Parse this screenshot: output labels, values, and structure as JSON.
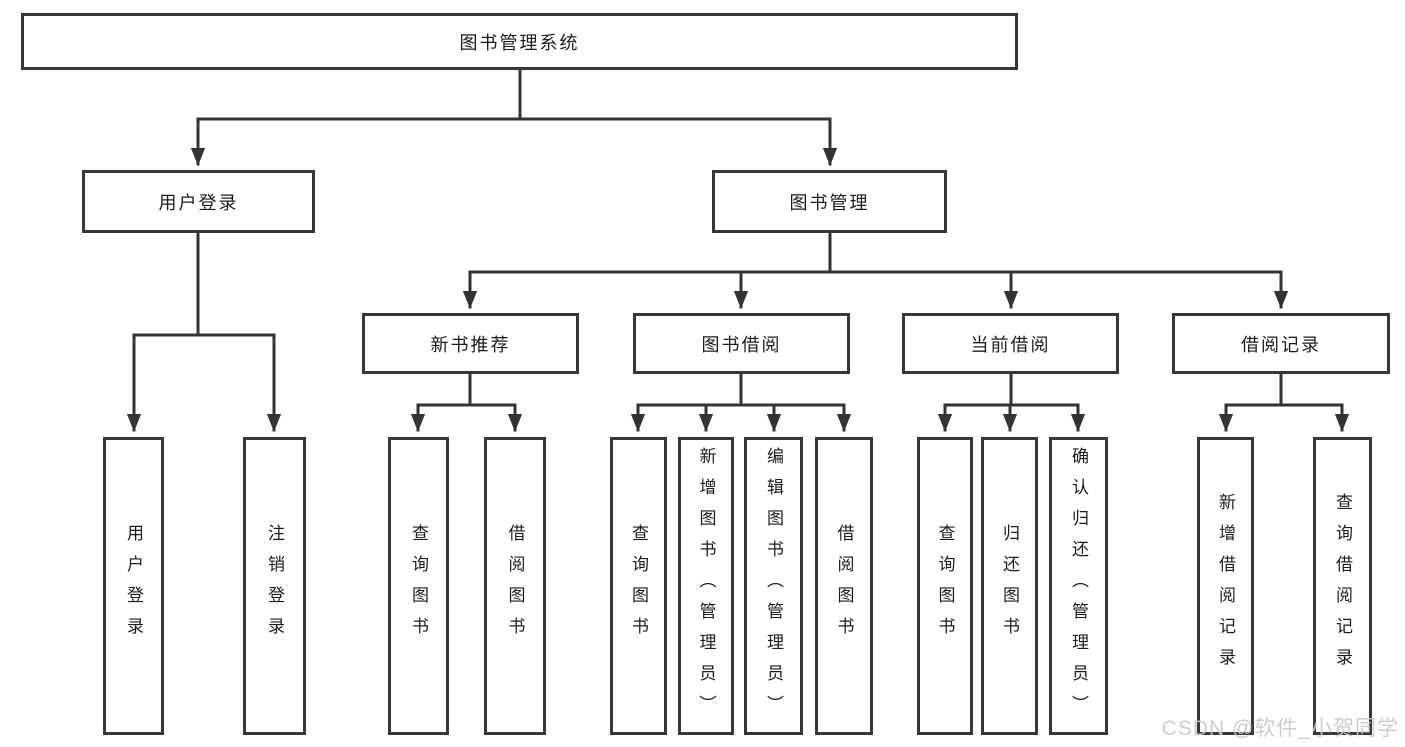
{
  "diagram": {
    "root": {
      "label": "图书管理系统"
    },
    "level2": {
      "user_login": {
        "label": "用户登录"
      },
      "book_mgmt": {
        "label": "图书管理"
      }
    },
    "level3": {
      "new_book_rec": {
        "label": "新书推荐"
      },
      "book_borrow": {
        "label": "图书借阅"
      },
      "current_borrow": {
        "label": "当前借阅"
      },
      "borrow_records": {
        "label": "借阅记录"
      }
    },
    "leaves": {
      "user_login_leaf": {
        "label": "用户登录"
      },
      "logout": {
        "label": "注销登录"
      },
      "nbr_query_books": {
        "label": "查询图书"
      },
      "nbr_borrow_books": {
        "label": "借阅图书"
      },
      "bb_query_books": {
        "label": "查询图书"
      },
      "bb_add_books_admin": {
        "label": "新增图书（管理员）"
      },
      "bb_edit_books_admin": {
        "label": "编辑图书（管理员）"
      },
      "bb_borrow_books": {
        "label": "借阅图书"
      },
      "cb_query_books": {
        "label": "查询图书"
      },
      "cb_return_books": {
        "label": "归还图书"
      },
      "cb_confirm_return_admin": {
        "label": "确认归还（管理员）"
      },
      "br_add_record": {
        "label": "新增借阅记录"
      },
      "br_query_record": {
        "label": "查询借阅记录"
      }
    }
  },
  "watermark": {
    "text": "CSDN @软件_小贺同学"
  },
  "colors": {
    "line": "#333333",
    "box_border": "#373737",
    "text": "#1c1c1c",
    "watermark": "#c6c9ce",
    "background": "#ffffff"
  }
}
